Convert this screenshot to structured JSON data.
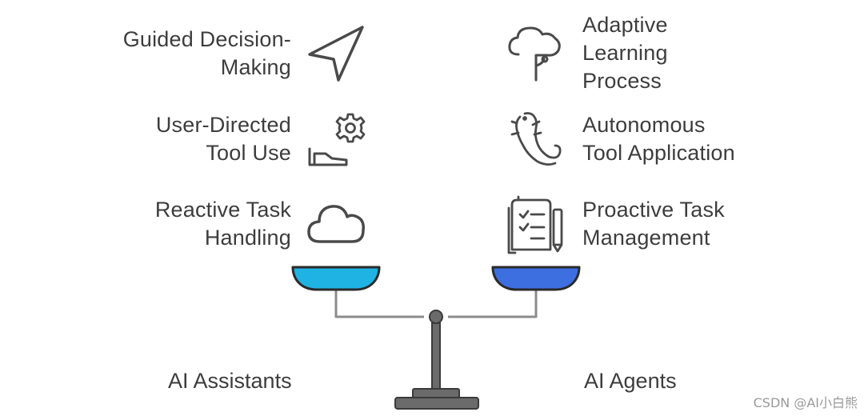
{
  "left": {
    "items": [
      {
        "lines": [
          "Guided Decision-",
          "Making"
        ],
        "icon": "navigation-arrow-icon"
      },
      {
        "lines": [
          "User-Directed",
          "Tool Use"
        ],
        "icon": "gear-hand-icon"
      },
      {
        "lines": [
          "Reactive Task",
          "Handling"
        ],
        "icon": "cloud-icon"
      }
    ],
    "caption": "AI Assistants",
    "pan_color": "#1fb3e3"
  },
  "right": {
    "items": [
      {
        "lines": [
          "Adaptive",
          "Learning",
          "Process"
        ],
        "icon": "brain-tree-icon"
      },
      {
        "lines": [
          "Autonomous",
          "Tool Application"
        ],
        "icon": "salamander-icon"
      },
      {
        "lines": [
          "Proactive Task",
          "Management"
        ],
        "icon": "clipboard-checklist-icon"
      }
    ],
    "caption": "AI Agents",
    "pan_color": "#3e6fe0"
  },
  "watermark": "CSDN @AI小白熊",
  "colors": {
    "beam": "#8c8c8c",
    "stand": "#6b6b6b",
    "icon_stroke": "#4a4a4a"
  }
}
